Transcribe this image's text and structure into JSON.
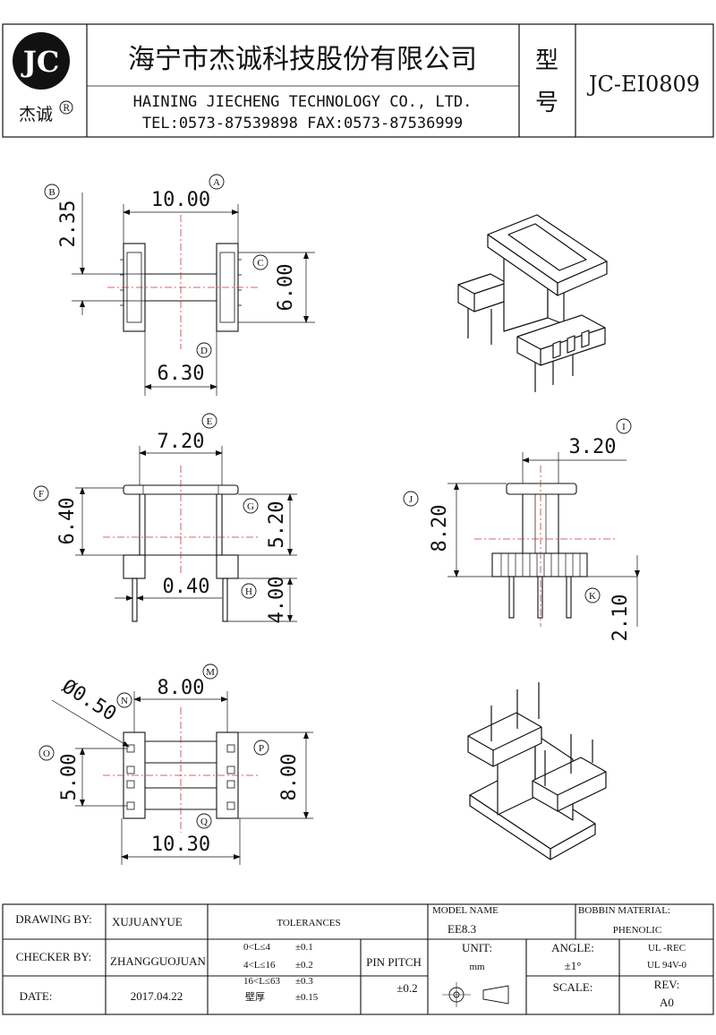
{
  "header": {
    "logo_text": "JC",
    "logo_sub": "杰诚",
    "logo_reg": "R",
    "company_cn": "海宁市杰诚科技股份有限公司",
    "company_en": "HAINING JIECHENG TECHNOLOGY CO., LTD.",
    "contact": "TEL:0573-87539898  FAX:0573-87536999",
    "model_label_1": "型",
    "model_label_2": "号",
    "model_value": "JC-EI0809"
  },
  "dimensions": {
    "A": {
      "tag": "A",
      "value": "10.00"
    },
    "B": {
      "tag": "B",
      "value": "2.35"
    },
    "C": {
      "tag": "C",
      "value": "6.00"
    },
    "D": {
      "tag": "D",
      "value": "6.30"
    },
    "E": {
      "tag": "E",
      "value": "7.20"
    },
    "F": {
      "tag": "F",
      "value": "6.40"
    },
    "G": {
      "tag": "G",
      "value": "5.20"
    },
    "H": {
      "tag": "H",
      "value": "4.00"
    },
    "pin": {
      "value": "0.40"
    },
    "I": {
      "tag": "I",
      "value": "3.20"
    },
    "J": {
      "tag": "J",
      "value": "8.20"
    },
    "K": {
      "tag": "K",
      "value": "2.10"
    },
    "M": {
      "tag": "M",
      "value": "8.00"
    },
    "N": {
      "tag": "N",
      "value": "Ø0.50"
    },
    "O": {
      "tag": "O",
      "value": "5.00"
    },
    "P": {
      "tag": "P",
      "value": "8.00"
    },
    "Q": {
      "tag": "Q",
      "value": "10.30"
    }
  },
  "title_block": {
    "drawing_by_label": "DRAWING  BY:",
    "drawing_by": "XUJUANYUE",
    "checker_by_label": "CHECKER  BY:",
    "checker_by": "ZHANGGUOJUAN",
    "date_label": "DATE:",
    "date": "2017.04.22",
    "tolerances_label": "TOLERANCES",
    "tol_rows": [
      {
        "range": "0<L≤4",
        "tol": "±0.1"
      },
      {
        "range": "4<L≤16",
        "tol": "±0.2"
      },
      {
        "range": "16<L≤63",
        "tol": "±0.3"
      },
      {
        "range": "壁厚",
        "tol": "±0.15"
      }
    ],
    "pin_pitch_label": "PIN PITCH",
    "pin_pitch": "±0.2",
    "model_name_label": "MODEL NAME",
    "model_name": "EE8.3",
    "bobbin_material_label": "BOBBIN MATERIAL:",
    "bobbin_material": "PHENOLIC",
    "unit_label": "UNIT:",
    "unit": "mm",
    "angle_label": "ANGLE:",
    "angle": "±1°",
    "ul_1": "UL -REC",
    "ul_2": "UL  94V-0",
    "scale_label": "SCALE:",
    "rev_label": "REV:",
    "rev": "A0"
  }
}
